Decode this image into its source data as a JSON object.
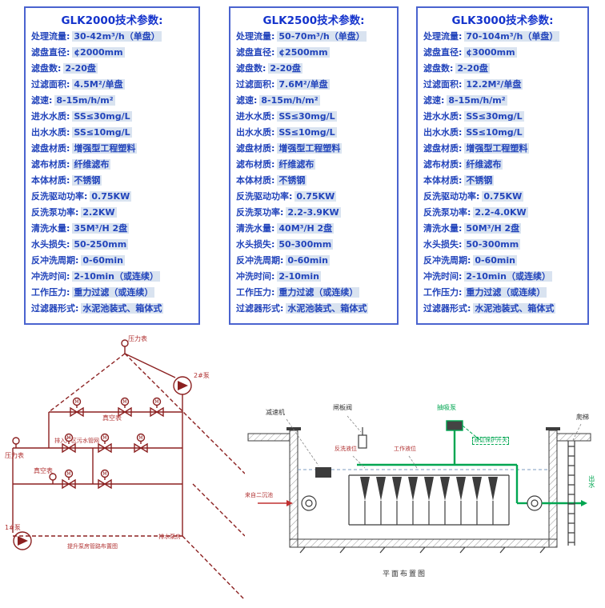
{
  "colors": {
    "panel_border": "#4a63cf",
    "title_blue": "#1433cc",
    "text_blue": "#2244bb",
    "value_bg": "#d9e3f0",
    "pipe_red": "#8b2020",
    "pipe_green": "#00a651",
    "line_dark": "#3c3c3c",
    "label_red": "#b03030"
  },
  "panels": [
    {
      "id": "glk2000",
      "title": "GLK2000技术参数:",
      "rows": [
        {
          "label": "处理流量:",
          "value": "30-42m³/h（单盘）"
        },
        {
          "label": "滤盘直径:",
          "value": "¢2000mm"
        },
        {
          "label": "滤盘数:",
          "value": "2-20盘"
        },
        {
          "label": "过滤面积:",
          "value": "4.5M²/单盘"
        },
        {
          "label": "滤速:",
          "value": "8-15m/h/m²"
        },
        {
          "label": "进水水质:",
          "value": "SS≤30mg/L"
        },
        {
          "label": "出水水质:",
          "value": "SS≤10mg/L"
        },
        {
          "label": "滤盘材质:",
          "value": "增强型工程塑料"
        },
        {
          "label": "滤布材质:",
          "value": "纤维滤布"
        },
        {
          "label": "本体材质:",
          "value": "不锈钢"
        },
        {
          "label": "反洗驱动功率:",
          "value": "0.75KW"
        },
        {
          "label": "反洗泵功率:",
          "value": "2.2KW"
        },
        {
          "label": "清洗水量:",
          "value": "35M³/H 2盘"
        },
        {
          "label": "水头损失:",
          "value": "50-250mm"
        },
        {
          "label": "反冲洗周期:",
          "value": "0-60min"
        },
        {
          "label": "冲洗时间:",
          "value": "2-10min（或连续）"
        },
        {
          "label": "工作压力:",
          "value": "重力过滤（或连续）"
        },
        {
          "label": "过滤器形式:",
          "value": "水泥池装式、箱体式"
        }
      ]
    },
    {
      "id": "glk2500",
      "title": "GLK2500技术参数:",
      "rows": [
        {
          "label": "处理流量:",
          "value": "50-70m³/h（单盘）"
        },
        {
          "label": "滤盘直径:",
          "value": "¢2500mm"
        },
        {
          "label": "滤盘数:",
          "value": "2-20盘"
        },
        {
          "label": "过滤面积:",
          "value": "7.6M²/单盘"
        },
        {
          "label": "滤速:",
          "value": "8-15m/h/m²"
        },
        {
          "label": "进水水质:",
          "value": "SS≤30mg/L"
        },
        {
          "label": "出水水质:",
          "value": "SS≤10mg/L"
        },
        {
          "label": "滤盘材质:",
          "value": "增强型工程塑料"
        },
        {
          "label": "滤布材质:",
          "value": "纤维滤布"
        },
        {
          "label": "本体材质:",
          "value": "不锈钢"
        },
        {
          "label": "反洗驱动功率:",
          "value": "0.75KW"
        },
        {
          "label": "反洗泵功率:",
          "value": "2.2-3.9KW"
        },
        {
          "label": "清洗水量:",
          "value": "40M³/H 2盘"
        },
        {
          "label": "水头损失:",
          "value": "50-300mm"
        },
        {
          "label": "反冲洗周期:",
          "value": "0-60min"
        },
        {
          "label": "冲洗时间:",
          "value": "2-10min"
        },
        {
          "label": "工作压力:",
          "value": "重力过滤（或连续）"
        },
        {
          "label": "过滤器形式:",
          "value": "水泥池装式、箱体式"
        }
      ]
    },
    {
      "id": "glk3000",
      "title": "GLK3000技术参数:",
      "rows": [
        {
          "label": "处理流量:",
          "value": "70-104m³/h（单盘）"
        },
        {
          "label": "滤盘直径:",
          "value": "¢3000mm"
        },
        {
          "label": "滤盘数:",
          "value": "2-20盘"
        },
        {
          "label": "过滤面积:",
          "value": "12.2M²/单盘"
        },
        {
          "label": "滤速:",
          "value": "8-15m/h/m²"
        },
        {
          "label": "进水水质:",
          "value": "SS≤30mg/L"
        },
        {
          "label": "出水水质:",
          "value": "SS≤10mg/L"
        },
        {
          "label": "滤盘材质:",
          "value": "增强型工程塑料"
        },
        {
          "label": "滤布材质:",
          "value": "纤维滤布"
        },
        {
          "label": "本体材质:",
          "value": "不锈钢"
        },
        {
          "label": "反洗驱动功率:",
          "value": "0.75KW"
        },
        {
          "label": "反洗泵功率:",
          "value": "2.2-4.0KW"
        },
        {
          "label": "清洗水量:",
          "value": "50M³/H 2盘"
        },
        {
          "label": "水头损失:",
          "value": "50-300mm"
        },
        {
          "label": "反冲洗周期:",
          "value": "0-60min"
        },
        {
          "label": "冲洗时间:",
          "value": "2-10min（或连续）"
        },
        {
          "label": "工作压力:",
          "value": "重力过滤（或连续）"
        },
        {
          "label": "过滤器形式:",
          "value": "水泥池装式、箱体式"
        }
      ]
    }
  ],
  "left_diagram": {
    "labels": [
      "压力表",
      "真空表",
      "排入厂区污水管网",
      "压力表",
      "真空表",
      "1#泵",
      "2#泵",
      "提升泵房管路布置图",
      "排水泵房"
    ]
  },
  "right_diagram": {
    "labels": [
      "减速机",
      "闸板阀",
      "抽吸泵",
      "爬梯",
      "来自二沉池",
      "反洗液位",
      "工作液位",
      "液位保护开关",
      "出水",
      "平面布置图"
    ]
  }
}
